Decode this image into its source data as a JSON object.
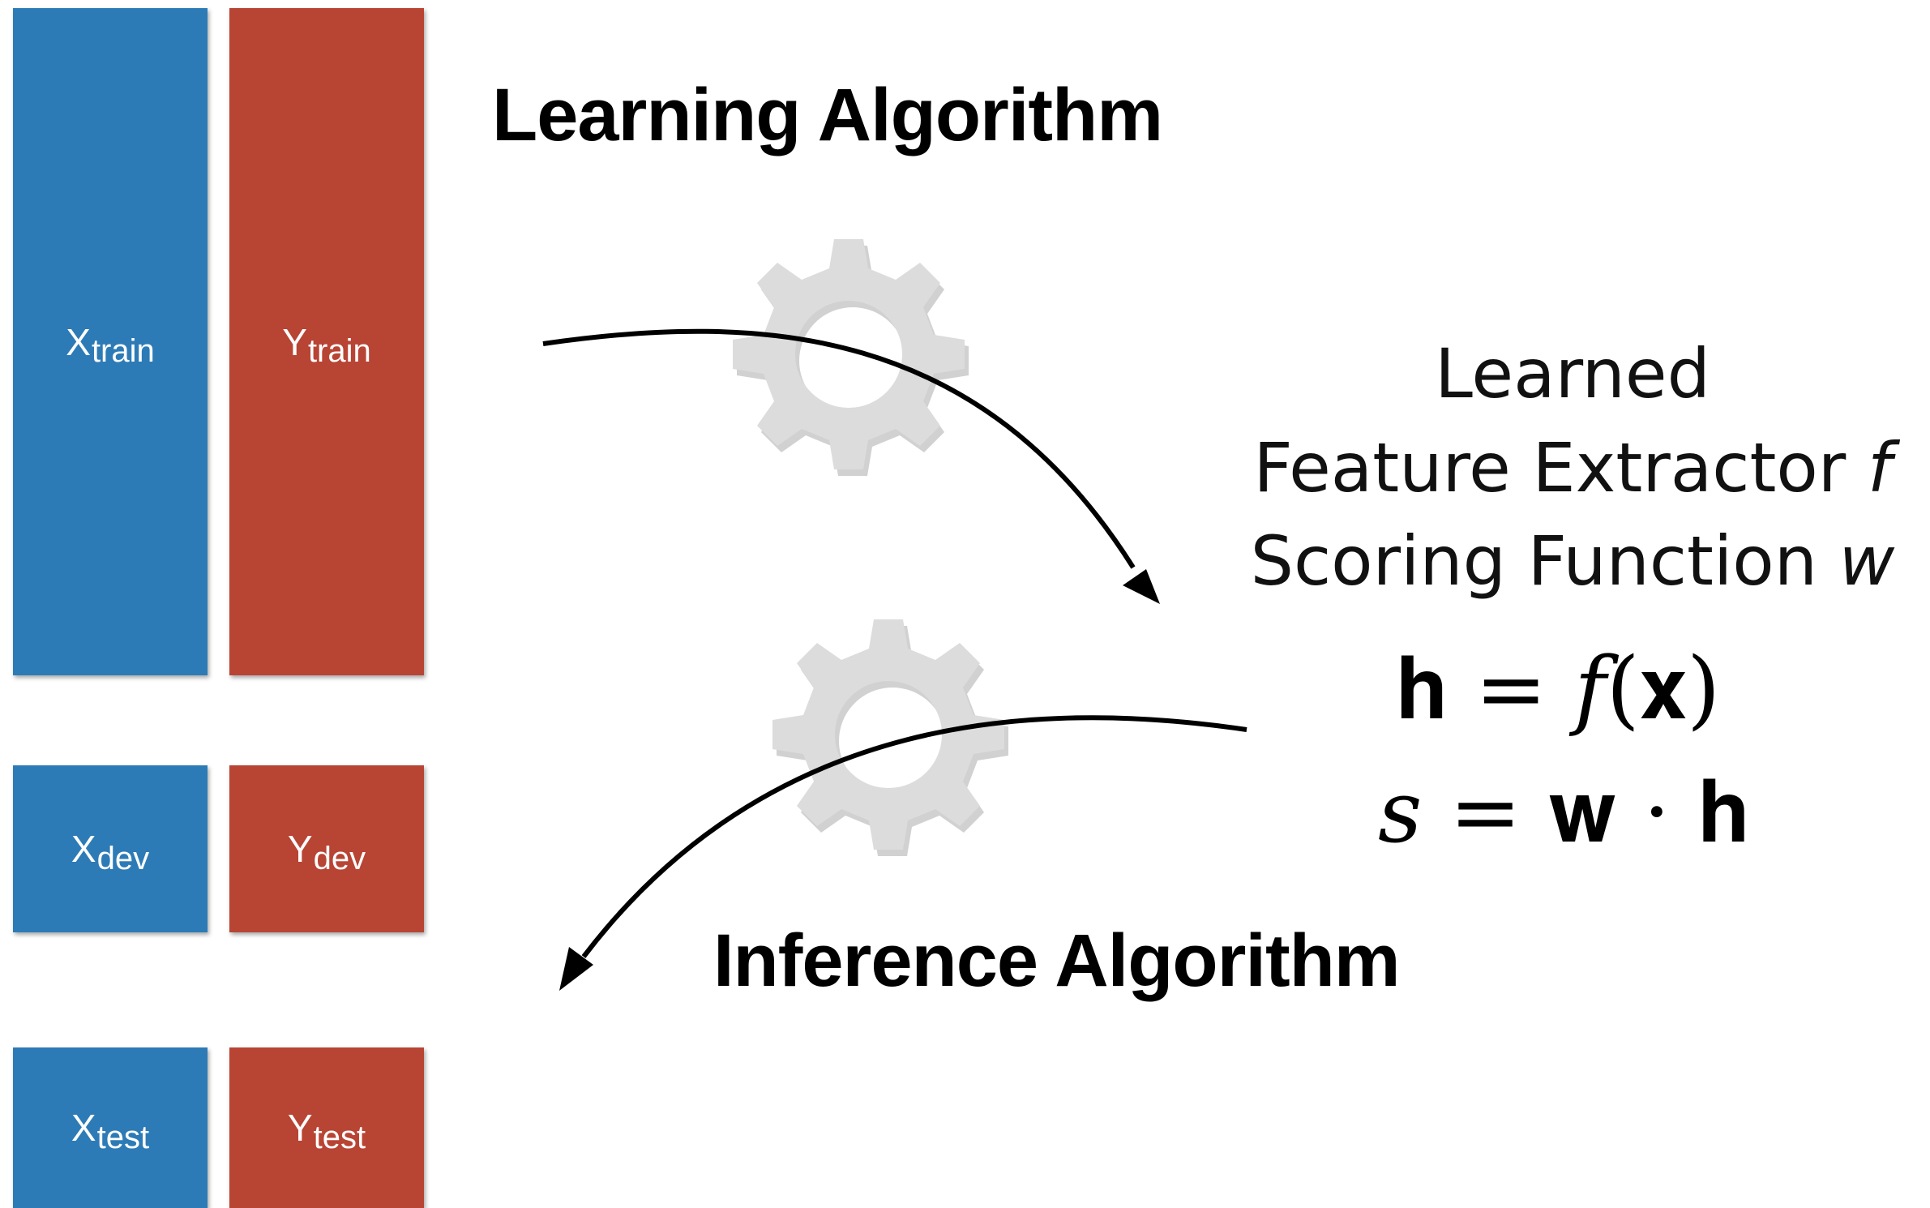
{
  "blocks": {
    "x_train": {
      "main": "X",
      "sub": "train"
    },
    "y_train": {
      "main": "Y",
      "sub": "train"
    },
    "x_dev": {
      "main": "X",
      "sub": "dev"
    },
    "y_dev": {
      "main": "Y",
      "sub": "dev"
    },
    "x_test": {
      "main": "X",
      "sub": "test"
    },
    "y_test": {
      "main": "Y",
      "sub": "test"
    }
  },
  "learning_title": "Learning Algorithm",
  "inference_title": "Inference Algorithm",
  "learned": {
    "line1": "Learned",
    "line2_prefix": "Feature Extractor ",
    "line2_var": "f",
    "line3_prefix": "Scoring Function ",
    "line3_var": "w"
  },
  "equations": {
    "eq1": "𝐡 = 𝑓(𝐱)",
    "eq2": "𝑠 = 𝐰 · 𝐡"
  },
  "colors": {
    "blue": "#2d7bb6",
    "red": "#b84434",
    "gear": "#dcdcdc"
  },
  "icons": {
    "gear": "gear-icon",
    "arrow": "arrow-head"
  }
}
